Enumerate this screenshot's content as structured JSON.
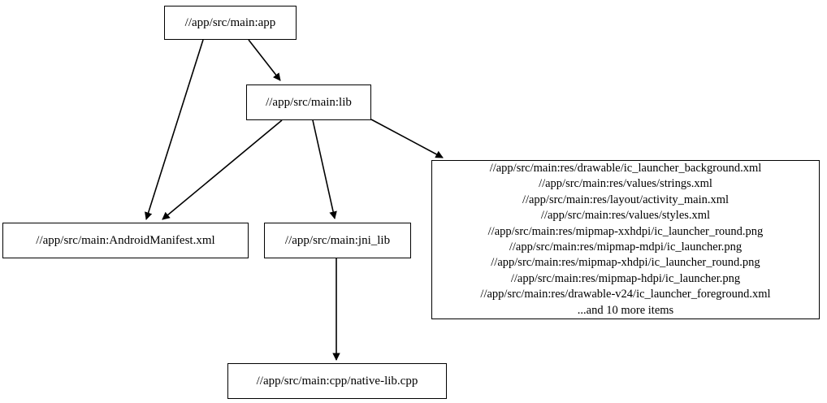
{
  "graph": {
    "type": "directed-dependency-graph",
    "orientation": "top-down",
    "background_color": "#ffffff",
    "node_border_color": "#000000",
    "edge_color": "#000000",
    "nodes": [
      {
        "id": "app",
        "label": "//app/src/main:app"
      },
      {
        "id": "lib",
        "label": "//app/src/main:lib"
      },
      {
        "id": "manifest",
        "label": "//app/src/main:AndroidManifest.xml"
      },
      {
        "id": "jni_lib",
        "label": "//app/src/main:jni_lib"
      },
      {
        "id": "native_lib",
        "label": "//app/src/main:cpp/native-lib.cpp"
      },
      {
        "id": "res",
        "lines": [
          "//app/src/main:res/drawable/ic_launcher_background.xml",
          "//app/src/main:res/values/strings.xml",
          "//app/src/main:res/layout/activity_main.xml",
          "//app/src/main:res/values/styles.xml",
          "//app/src/main:res/mipmap-xxhdpi/ic_launcher_round.png",
          "//app/src/main:res/mipmap-mdpi/ic_launcher.png",
          "//app/src/main:res/mipmap-xhdpi/ic_launcher_round.png",
          "//app/src/main:res/mipmap-hdpi/ic_launcher.png",
          "//app/src/main:res/drawable-v24/ic_launcher_foreground.xml",
          "...and 10 more items"
        ]
      }
    ],
    "edges": [
      {
        "from": "app",
        "to": "manifest"
      },
      {
        "from": "app",
        "to": "lib"
      },
      {
        "from": "lib",
        "to": "manifest"
      },
      {
        "from": "lib",
        "to": "jni_lib"
      },
      {
        "from": "lib",
        "to": "res"
      },
      {
        "from": "jni_lib",
        "to": "native_lib"
      }
    ]
  }
}
